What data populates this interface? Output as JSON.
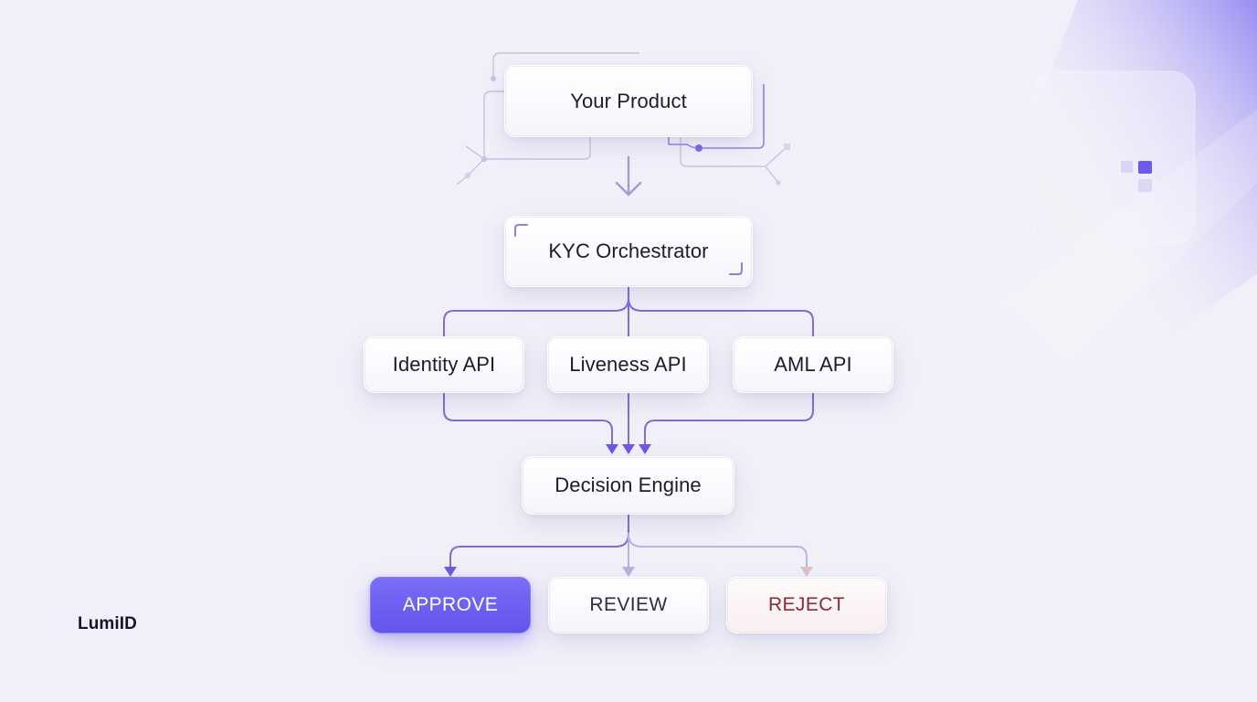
{
  "brand": "LumiID",
  "nodes": {
    "product": "Your Product",
    "orchestrator": "KYC Orchestrator",
    "identity": "Identity API",
    "liveness": "Liveness API",
    "aml": "AML API",
    "decision": "Decision Engine",
    "approve": "APPROVE",
    "review": "REVIEW",
    "reject": "REJECT"
  },
  "colors": {
    "background": "#f1f0f8",
    "accent": "#6454ec",
    "connector": "#7b6fd6",
    "review_connector": "#b7b2e0",
    "reject_connector": "#e0c2c4",
    "reject_text": "#8a2a33",
    "node_text": "#1d1c2e"
  },
  "decor": {
    "logo_mark": "squares-icon"
  }
}
